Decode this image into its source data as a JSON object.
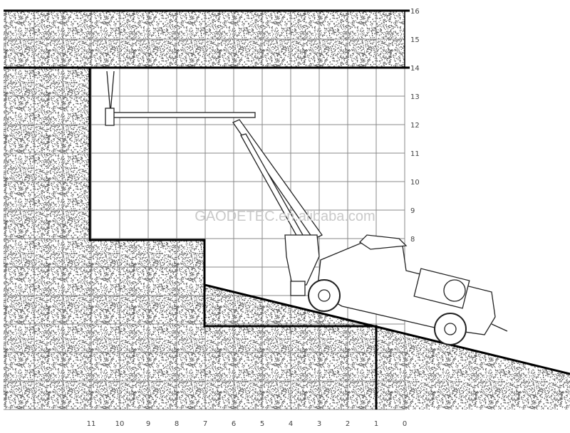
{
  "diagram": {
    "x_axis_labels": [
      "11",
      "10",
      "9",
      "8",
      "7",
      "6",
      "5",
      "4",
      "3",
      "2",
      "1",
      "0"
    ],
    "y_axis_labels": [
      "16",
      "15",
      "14",
      "13",
      "12",
      "11",
      "10",
      "9",
      "8"
    ],
    "watermark": "GAODETEC.en.alibaba.com",
    "colors": {
      "line": "#000000",
      "grid": "#888888",
      "rock": "#555555",
      "watermark": "#c9c9c9"
    },
    "subject": "shotcrete-machine"
  }
}
